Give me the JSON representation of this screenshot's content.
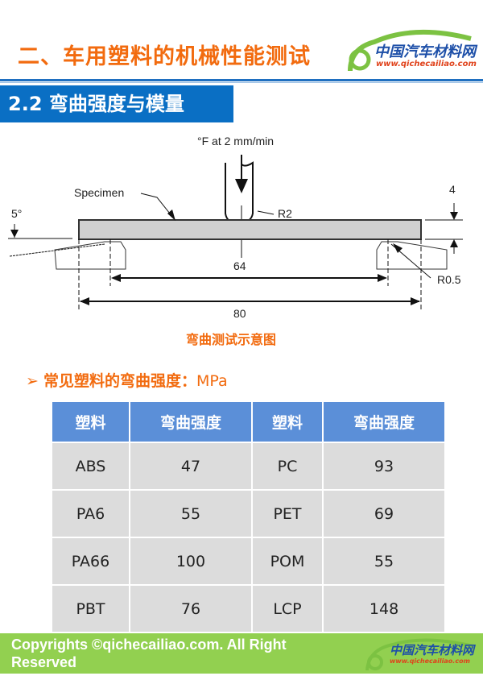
{
  "header": {
    "title": "二、车用塑料的机械性能测试",
    "section": "2.2 弯曲强度与模量"
  },
  "logo": {
    "name": "中国汽车材料网",
    "url": "www.qichecailiao.com"
  },
  "diagram": {
    "force": "°F at 2 mm/min",
    "specimen": "Specimen",
    "r2": "R2",
    "angle": "5°",
    "thickness": "4",
    "r05": "R0.5",
    "span": "64",
    "length": "80"
  },
  "caption": "弯曲测试示意图",
  "bullet": {
    "marker": "➢",
    "label": "常见塑料的弯曲强度：",
    "unit": "MPa"
  },
  "table": {
    "headers": [
      "塑料",
      "弯曲强度",
      "塑料",
      "弯曲强度"
    ],
    "rows": [
      [
        "ABS",
        "47",
        "PC",
        "93"
      ],
      [
        "PA6",
        "55",
        "PET",
        "69"
      ],
      [
        "PA66",
        "100",
        "POM",
        "55"
      ],
      [
        "PBT",
        "76",
        "LCP",
        "148"
      ]
    ]
  },
  "footer": "Copyrights ©qichecailiao.com. All Right Reserved",
  "colors": {
    "accent": "#f26b0f",
    "blue": "#0a6fc4",
    "green": "#92d050"
  }
}
